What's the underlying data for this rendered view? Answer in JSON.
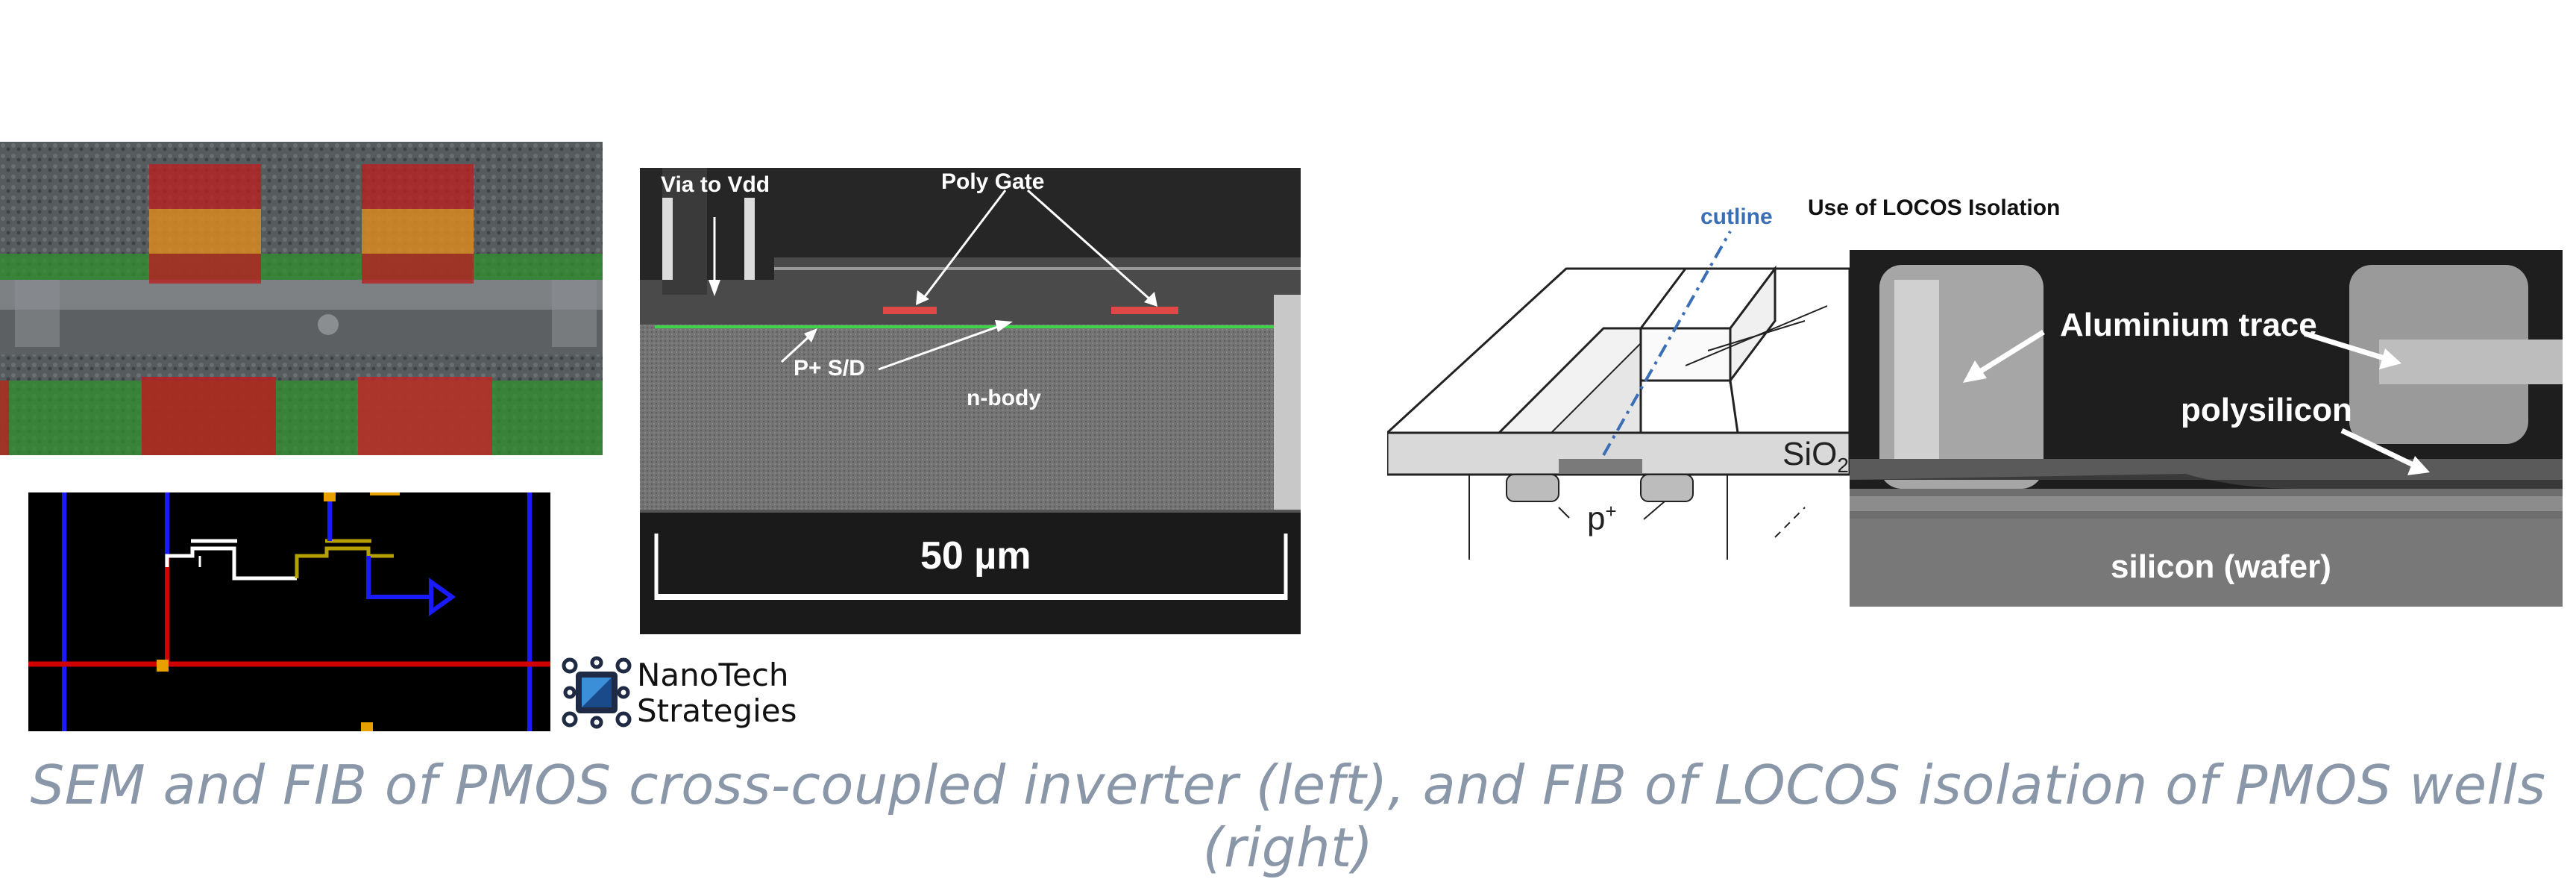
{
  "caption": "SEM and FIB of PMOS cross-coupled inverter (left), and FIB of LOCOS isolation of PMOS wells (right)",
  "fib_left": {
    "label_via": "Via to Vdd",
    "label_poly_gate": "Poly Gate",
    "label_ps_d": "P+ S/D",
    "label_nbody": "n-body",
    "scale_bar": "50 µm"
  },
  "logo": {
    "line1": "NanoTech",
    "line2": "Strategies"
  },
  "locos": {
    "title": "Use of LOCOS Isolation",
    "cutline": "cutline",
    "sio2_main": "SiO",
    "sio2_sub": "2",
    "p_main": "p",
    "p_sup": "+"
  },
  "fib_right": {
    "label_aluminium": "Aluminium trace",
    "label_polysilicon": "polysilicon",
    "label_silicon": "silicon (wafer)"
  },
  "colors": {
    "caption": "#8a97a8",
    "cutline": "#3a6fb5",
    "layout_red": "#d00000",
    "layout_blue": "#1a1aff",
    "layout_yellow": "#b4a000",
    "layout_orange": "#e8a000"
  }
}
